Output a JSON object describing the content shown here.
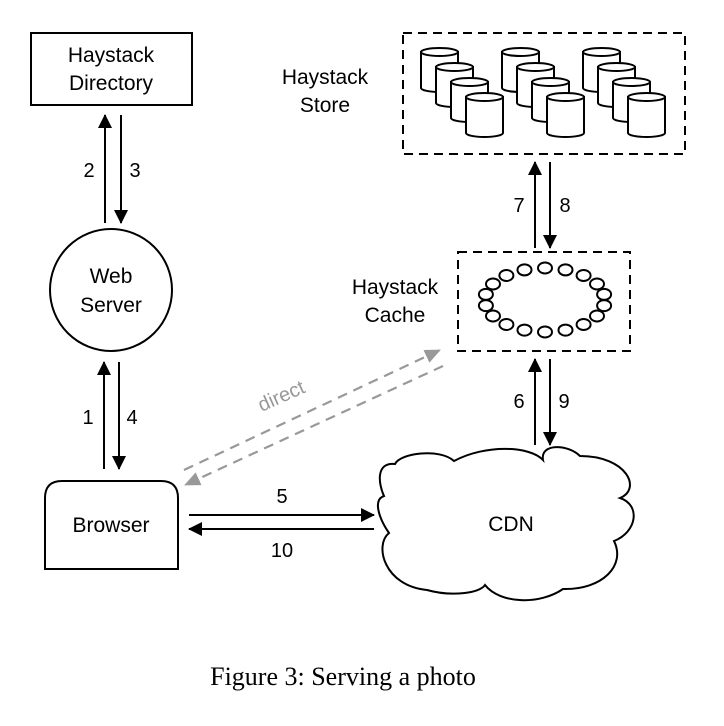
{
  "nodes": {
    "directory": {
      "line1": "Haystack",
      "line2": "Directory"
    },
    "web_server": {
      "line1": "Web",
      "line2": "Server"
    },
    "browser": {
      "label": "Browser"
    },
    "store": {
      "line1": "Haystack",
      "line2": "Store"
    },
    "cache": {
      "line1": "Haystack",
      "line2": "Cache"
    },
    "cdn": {
      "label": "CDN"
    }
  },
  "edges": [
    {
      "id": "1",
      "label": "1",
      "from": "Browser",
      "to": "Web Server"
    },
    {
      "id": "2",
      "label": "2",
      "from": "Web Server",
      "to": "Haystack Directory"
    },
    {
      "id": "3",
      "label": "3",
      "from": "Haystack Directory",
      "to": "Web Server"
    },
    {
      "id": "4",
      "label": "4",
      "from": "Web Server",
      "to": "Browser"
    },
    {
      "id": "5",
      "label": "5",
      "from": "Browser",
      "to": "CDN"
    },
    {
      "id": "6",
      "label": "6",
      "from": "CDN",
      "to": "Haystack Cache"
    },
    {
      "id": "7",
      "label": "7",
      "from": "Haystack Cache",
      "to": "Haystack Store"
    },
    {
      "id": "8",
      "label": "8",
      "from": "Haystack Store",
      "to": "Haystack Cache"
    },
    {
      "id": "9",
      "label": "9",
      "from": "Haystack Cache",
      "to": "CDN"
    },
    {
      "id": "10",
      "label": "10",
      "from": "CDN",
      "to": "Browser"
    }
  ],
  "direct": {
    "label": "direct",
    "from": "Browser",
    "to": "Haystack Cache",
    "color": "#999999"
  },
  "caption": "Figure 3: Serving a photo"
}
